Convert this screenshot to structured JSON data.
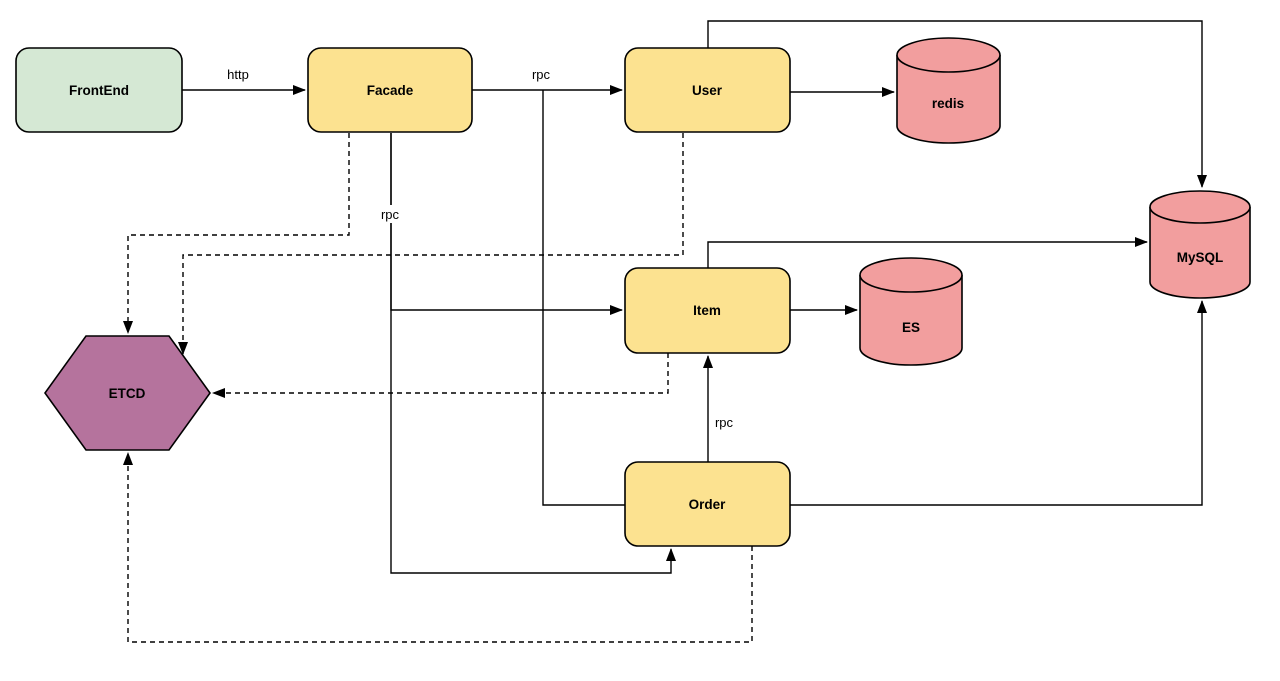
{
  "diagram": {
    "title": "service-architecture-diagram",
    "background_color": "#ffffff",
    "line_color": "#000000",
    "nodes": {
      "frontend": {
        "label": "FrontEnd",
        "shape": "rounded-rect",
        "fill": "#D5E8D4"
      },
      "facade": {
        "label": "Facade",
        "shape": "rounded-rect",
        "fill": "#FCE290"
      },
      "user": {
        "label": "User",
        "shape": "rounded-rect",
        "fill": "#FCE290"
      },
      "item": {
        "label": "Item",
        "shape": "rounded-rect",
        "fill": "#FCE290"
      },
      "order": {
        "label": "Order",
        "shape": "rounded-rect",
        "fill": "#FCE290"
      },
      "redis": {
        "label": "redis",
        "shape": "cylinder",
        "fill": "#F29E9E"
      },
      "es": {
        "label": "ES",
        "shape": "cylinder",
        "fill": "#F29E9E"
      },
      "mysql": {
        "label": "MySQL",
        "shape": "cylinder",
        "fill": "#F29E9E"
      },
      "etcd": {
        "label": "ETCD",
        "shape": "hexagon",
        "fill": "#B5739D"
      }
    },
    "edge_labels": {
      "http_frontend_facade": "http",
      "rpc_facade_user": "rpc",
      "rpc_facade_item": "rpc",
      "rpc_order_item": "rpc"
    },
    "edges": [
      {
        "from": "FrontEnd",
        "to": "Facade",
        "label": "http",
        "style": "solid-arrow"
      },
      {
        "from": "Facade",
        "to": "User",
        "label": "rpc",
        "style": "solid-arrow"
      },
      {
        "from": "User",
        "to": "redis",
        "label": "",
        "style": "solid-arrow"
      },
      {
        "from": "User",
        "to": "MySQL",
        "label": "",
        "style": "solid-arrow"
      },
      {
        "from": "Facade",
        "to": "Item",
        "label": "rpc",
        "style": "solid-arrow"
      },
      {
        "from": "Item",
        "to": "ES",
        "label": "",
        "style": "solid-arrow"
      },
      {
        "from": "Item",
        "to": "MySQL",
        "label": "",
        "style": "solid-arrow"
      },
      {
        "from": "Order",
        "to": "Item",
        "label": "rpc",
        "style": "solid-arrow"
      },
      {
        "from": "Order",
        "to": "MySQL",
        "label": "",
        "style": "solid-arrow"
      },
      {
        "from": "Facade",
        "to": "Order",
        "label": "",
        "style": "solid"
      },
      {
        "from": "Facade",
        "to": "ETCD",
        "label": "",
        "style": "dashed-arrow"
      },
      {
        "from": "User",
        "to": "ETCD",
        "label": "",
        "style": "dashed-arrow"
      },
      {
        "from": "Item",
        "to": "ETCD",
        "label": "",
        "style": "dashed-arrow"
      },
      {
        "from": "Order",
        "to": "ETCD",
        "label": "",
        "style": "dashed-arrow"
      }
    ]
  }
}
